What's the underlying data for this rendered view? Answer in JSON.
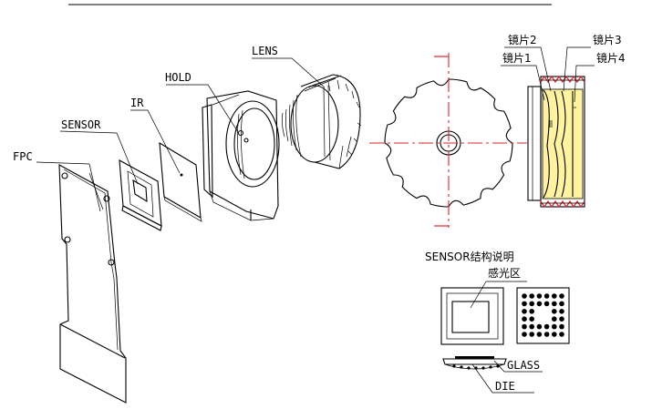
{
  "labels": {
    "fpc": "FPC",
    "sensor": "SENSOR",
    "ir": "IR",
    "hold": "HOLD",
    "lens": "LENS",
    "lens1": "镜片1",
    "lens2": "镜片2",
    "lens3": "镜片3",
    "lens4": "镜片4",
    "sensor_title": "SENSOR结构说明",
    "photosensitive": "感光区",
    "glass": "GLASS",
    "die": "DIE"
  },
  "colors": {
    "line": "#000000",
    "centerline": "#e0242a",
    "lens_fill": "#fff3a0",
    "thread": "#e0242a"
  }
}
